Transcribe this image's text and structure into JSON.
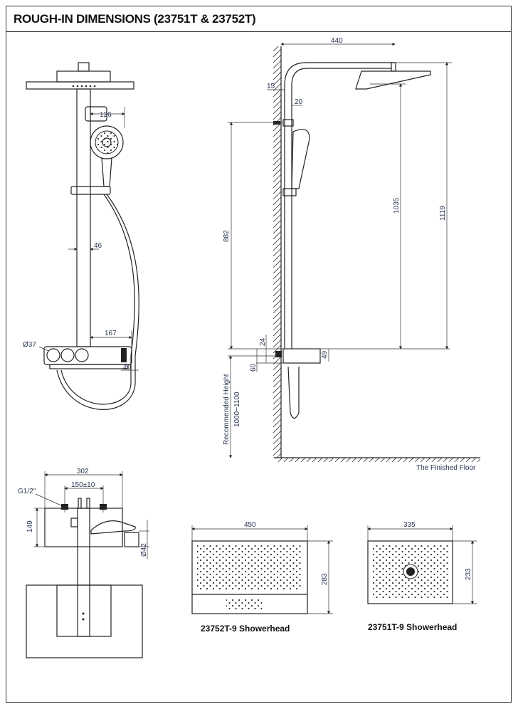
{
  "header": {
    "title": "ROUGH-IN DIMENSIONS (23751T & 23752T)"
  },
  "front_view": {
    "dims": {
      "d126": "126",
      "d46": "46",
      "d167": "167",
      "d40": "40",
      "dia37": "Ø37"
    }
  },
  "side_view": {
    "dims": {
      "d440": "440",
      "d15": "15",
      "d20": "20",
      "d882": "882",
      "d1035": "1035",
      "d1119": "1119",
      "d24": "24",
      "d60": "60",
      "d49": "49"
    },
    "recommended_label": "Recommended Height",
    "recommended_range": "1000~1100",
    "floor_label": "The Finished Floor"
  },
  "mixer_view": {
    "dims": {
      "d302": "302",
      "d150": "150±10",
      "thread": "G1/2\"",
      "d149": "149",
      "dia42": "Ø42"
    }
  },
  "showerheads": [
    {
      "width": "450",
      "height": "283",
      "caption": "23752T-9 Showerhead"
    },
    {
      "width": "335",
      "height": "233",
      "caption": "23751T-9 Showerhead"
    }
  ],
  "colors": {
    "dimension_text": "#2a3550",
    "line": "#222222"
  }
}
